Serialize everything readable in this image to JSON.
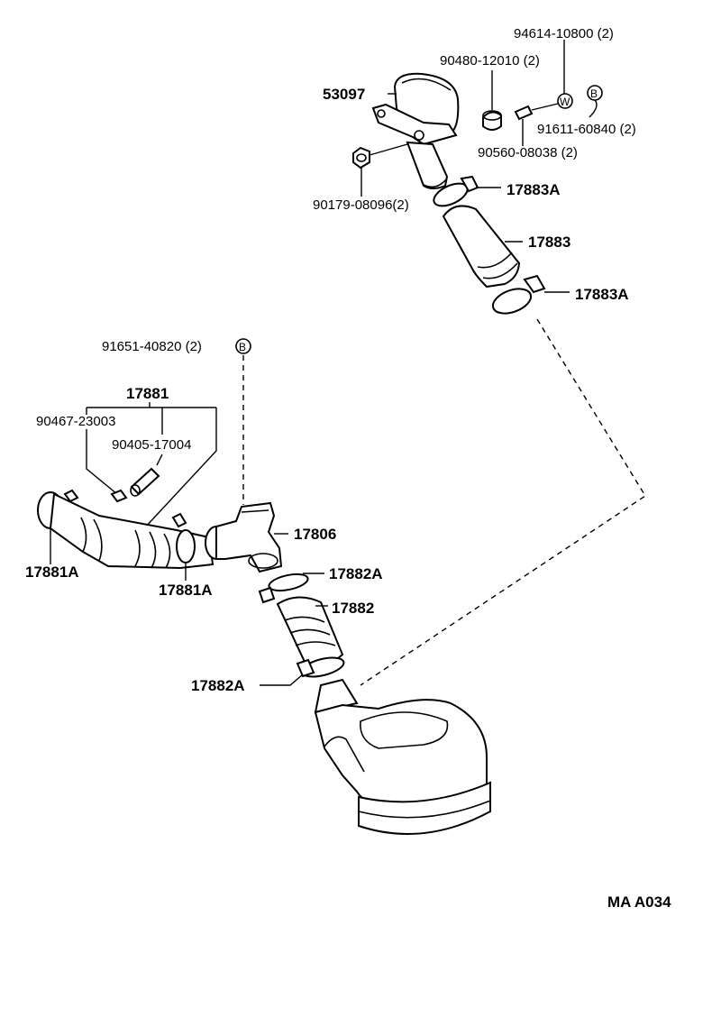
{
  "labels": {
    "p94614": "94614-10800 (2)",
    "p90480": "90480-12010 (2)",
    "p53097": "53097",
    "w_symbol": "W",
    "b_symbol": "B",
    "p91611": "91611-60840 (2)",
    "p90560": "90560-08038 (2)",
    "p90179": "90179-08096(2)",
    "p17883A_top": "17883A",
    "p17883": "17883",
    "p17883A_bottom": "17883A",
    "p91651": "91651-40820 (2)",
    "p17881": "17881",
    "p90467": "90467-23003",
    "p90405": "90405-17004",
    "p17806": "17806",
    "p17882A_top": "17882A",
    "p17882": "17882",
    "p17881A_left": "17881A",
    "p17881A_mid": "17881A",
    "p17882A_bottom": "17882A",
    "code": "MA A034"
  }
}
